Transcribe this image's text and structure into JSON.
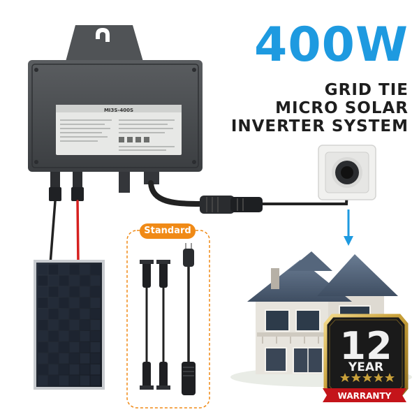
{
  "headline": {
    "power": "400W",
    "line1": "GRID TIE",
    "line2": "MICRO SOLAR",
    "line3": "INVERTER SYSTEM"
  },
  "inverter": {
    "model_label": "MI3S-400S"
  },
  "accessories": {
    "badge": "Standard"
  },
  "warranty": {
    "number": "12",
    "year": "YEAR",
    "ribbon": "WARRANTY"
  },
  "colors": {
    "accent_blue": "#1e9ae0",
    "badge_orange": "#f08a16",
    "inverter_body": "#4a4d50",
    "cable_red": "#d6201f",
    "warranty_gold": "#c9a13a",
    "warranty_ribbon": "#c4141a"
  }
}
